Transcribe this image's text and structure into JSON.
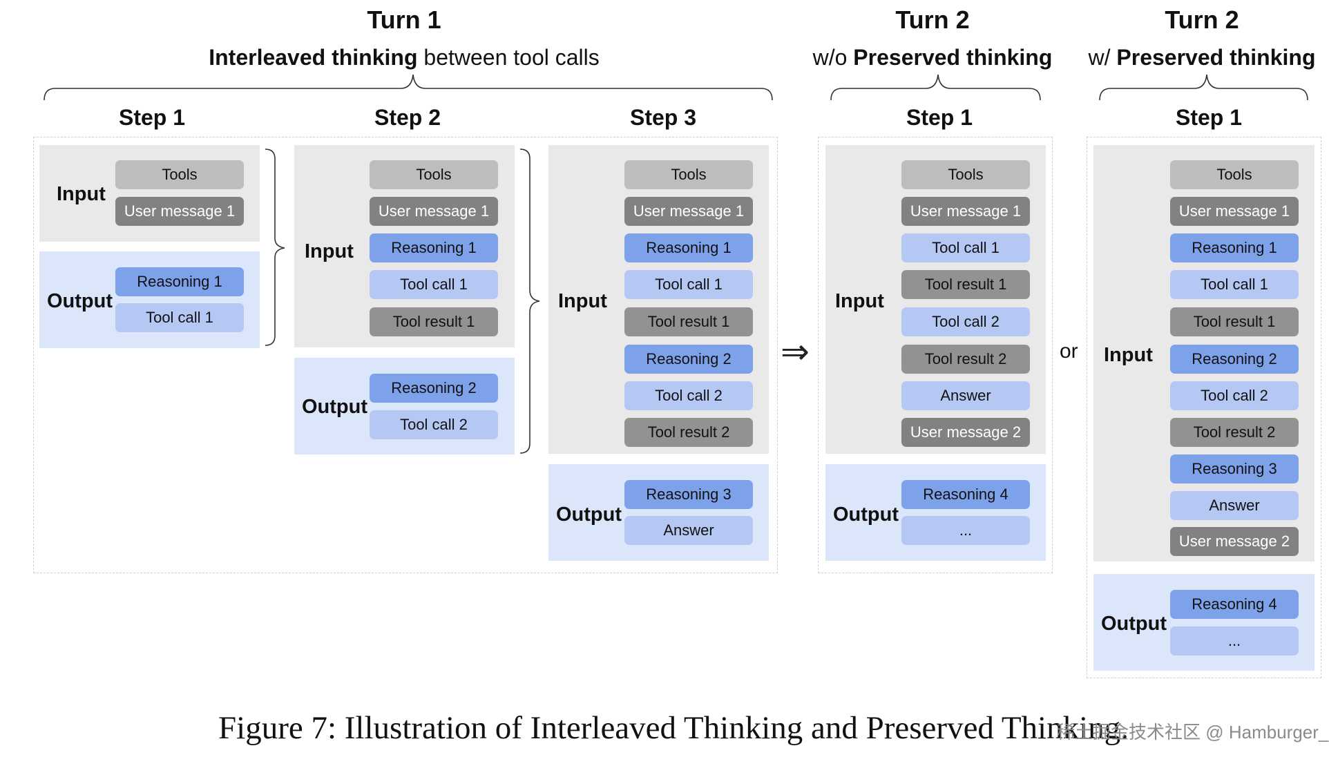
{
  "turn1": {
    "title": "Turn 1",
    "subtitle_bold": "Interleaved thinking",
    "subtitle_rest": " between tool calls",
    "steps": [
      {
        "title": "Step 1",
        "input_label": "Input",
        "input": [
          "Tools",
          "User message 1"
        ],
        "output_label": "Output",
        "output": [
          "Reasoning 1",
          "Tool call 1"
        ]
      },
      {
        "title": "Step 2",
        "input_label": "Input",
        "input": [
          "Tools",
          "User message 1",
          "Reasoning 1",
          "Tool call 1",
          "Tool result 1"
        ],
        "output_label": "Output",
        "output": [
          "Reasoning 2",
          "Tool call 2"
        ]
      },
      {
        "title": "Step 3",
        "input_label": "Input",
        "input": [
          "Tools",
          "User message 1",
          "Reasoning 1",
          "Tool call 1",
          "Tool result 1",
          "Reasoning 2",
          "Tool call 2",
          "Tool result 2"
        ],
        "output_label": "Output",
        "output": [
          "Reasoning 3",
          "Answer"
        ]
      }
    ]
  },
  "turn2_wo": {
    "title": "Turn 2",
    "subtitle_prefix": "w/o ",
    "subtitle_bold": "Preserved thinking",
    "step": {
      "title": "Step 1",
      "input_label": "Input",
      "input": [
        "Tools",
        "User message 1",
        "Tool call 1",
        "Tool result 1",
        "Tool call 2",
        "Tool result 2",
        "Answer",
        "User message 2"
      ],
      "output_label": "Output",
      "output": [
        "Reasoning 4",
        "..."
      ]
    }
  },
  "turn2_w": {
    "title": "Turn 2",
    "subtitle_prefix": "w/ ",
    "subtitle_bold": "Preserved thinking",
    "step": {
      "title": "Step 1",
      "input_label": "Input",
      "input": [
        "Tools",
        "User message 1",
        "Reasoning 1",
        "Tool call 1",
        "Tool result 1",
        "Reasoning 2",
        "Tool call 2",
        "Tool result 2",
        "Reasoning 3",
        "Answer",
        "User message 2"
      ],
      "output_label": "Output",
      "output": [
        "Reasoning 4",
        "..."
      ]
    }
  },
  "arrow_symbol": "⇒",
  "or_text": "or",
  "caption": "Figure 7: Illustration of Interleaved Thinking and Preserved Thinking.",
  "watermark": "稀土掘金技术社区 @ Hamburger_zzz",
  "colors": {
    "tools": "#bdbdbd",
    "user_message": "#828282",
    "tool_result": "#929292",
    "reasoning": "#7ea2ea",
    "tool_call": "#b5c8f4",
    "input_panel": "#e9e9e9",
    "output_panel": "#dbe6fb"
  }
}
